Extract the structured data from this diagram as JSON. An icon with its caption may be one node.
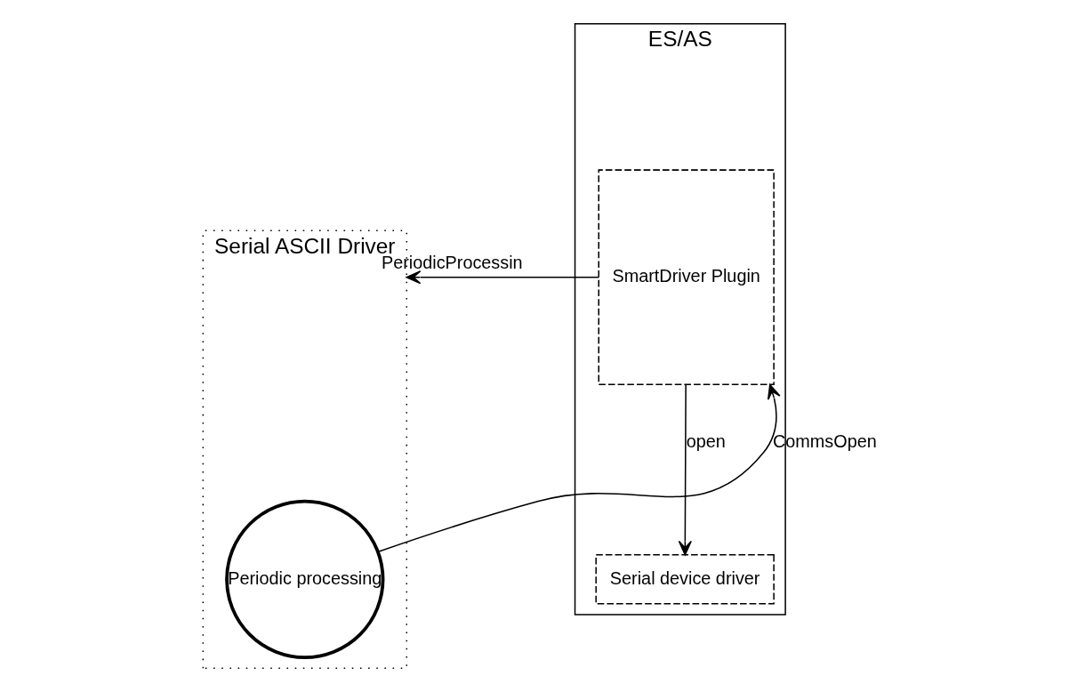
{
  "diagram": {
    "nodes": [
      {
        "text": [
          "ES/AS"
        ]
      },
      {
        "text": [
          "SmartDriver Plugin"
        ],
        "in": 0
      },
      {
        "text": [
          "Serial device driver"
        ],
        "in": 0
      },
      {
        "text": [
          "Serial ASCII Driver"
        ]
      },
      {
        "text": [
          "Periodic processing"
        ],
        "in": 3
      }
    ],
    "edges": [
      {
        "from": 1,
        "to": 3,
        "arrow": "to",
        "label": "PeriodicProcessin"
      },
      {
        "from": 4,
        "to": 1,
        "arrow": "to",
        "label": "CommsOpen"
      },
      {
        "from": 1,
        "to": 2,
        "arrow": "to",
        "label": "open"
      }
    ]
  }
}
